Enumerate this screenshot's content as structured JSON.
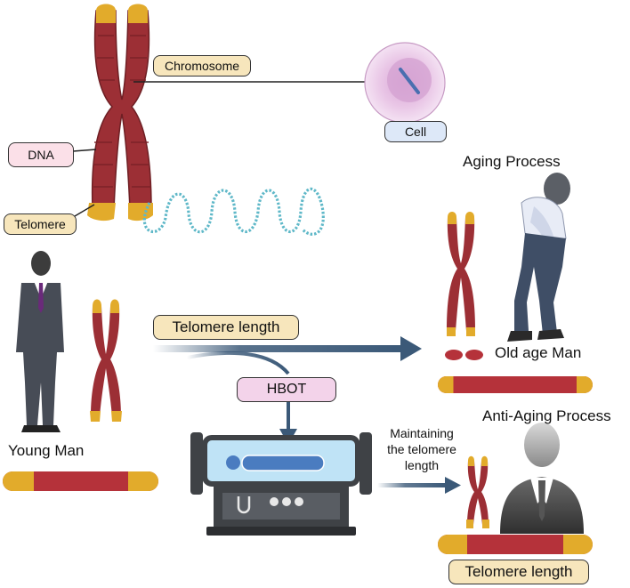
{
  "labels": {
    "chromosome": "Chromosome",
    "cell": "Cell",
    "dna": "DNA",
    "telomere": "Telomere",
    "aging_process": "Aging Process",
    "telomere_length_top": "Telomere length",
    "old_age_man": "Old age Man",
    "hbot": "HBOT",
    "young_man": "Young Man",
    "anti_aging_process": "Anti-Aging Process",
    "maintaining_line1": "Maintaining",
    "maintaining_line2": "the telomere",
    "maintaining_line3": "length",
    "telomere_length_bottom": "Telomere length"
  },
  "colors": {
    "chromosome_red": "#9c2f35",
    "telomere_gold": "#e2ab2b",
    "arrow_blue": "#3b5978",
    "dna_teal": "#5fb8c8",
    "cell_pink": "#e8bfe0",
    "chamber_dark": "#3f4246",
    "chamber_glass": "#bfe3f6",
    "suit_gray": "#474c56"
  }
}
